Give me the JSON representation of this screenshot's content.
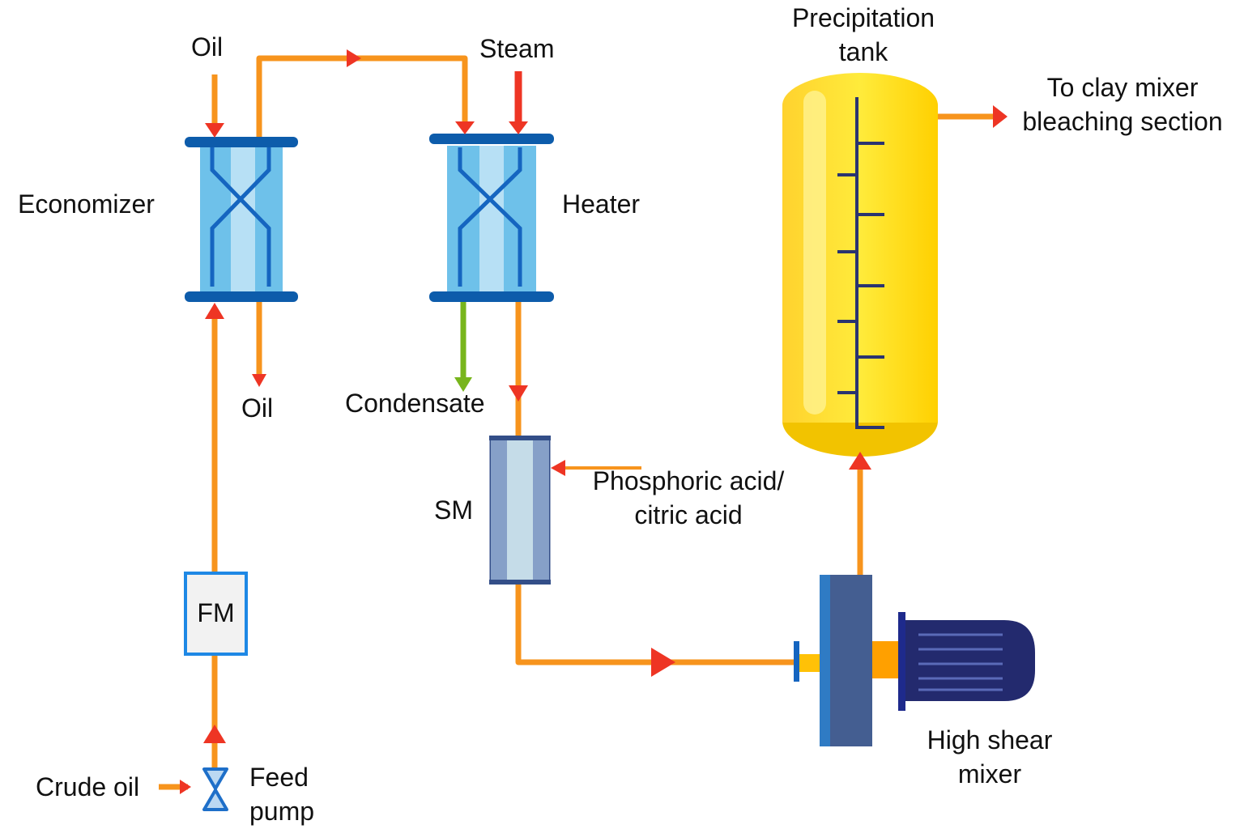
{
  "labels": {
    "oil_in": "Oil",
    "steam": "Steam",
    "precipitation_tank": [
      "Precipitation",
      "tank"
    ],
    "to_clay_mixer": [
      "To clay mixer",
      "bleaching section"
    ],
    "economizer": "Economizer",
    "heater": "Heater",
    "oil_out": "Oil",
    "condensate": "Condensate",
    "sm": "SM",
    "acid": [
      "Phosphoric acid/",
      "citric acid"
    ],
    "fm": "FM",
    "crude_oil": "Crude oil",
    "feed_pump": [
      "Feed",
      "pump"
    ],
    "high_shear_mixer": [
      "High shear",
      "mixer"
    ]
  },
  "colors": {
    "pipe": "#F7941D",
    "arrow": "#EE3524",
    "steam": "#EE3524",
    "condensate": "#78B51C",
    "hx_body": "#6EC1EA",
    "hx_flange": "#0D5CAB",
    "tank": "#FFE01A",
    "mixer_body": "#445E91",
    "motor": "#232A6E",
    "fm_border": "#1E88E5"
  }
}
